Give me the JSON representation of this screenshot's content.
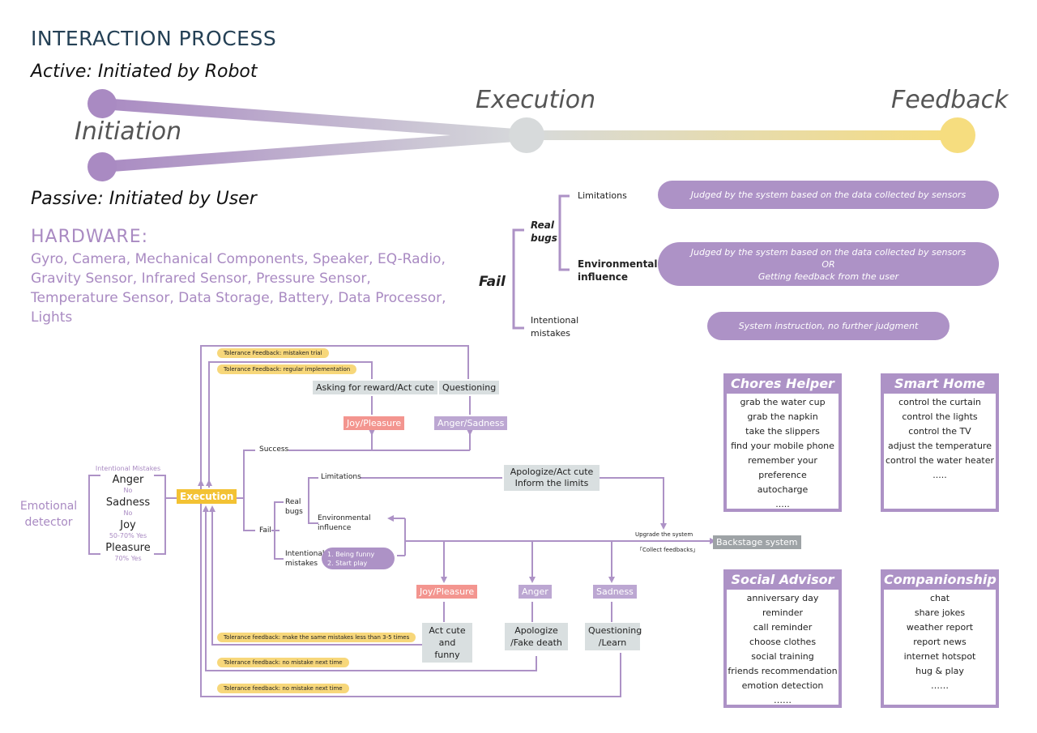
{
  "header": {
    "title": "INTERACTION PROCESS",
    "active": "Active: Initiated by Robot",
    "passive": "Passive: Initiated by User",
    "initiation": "Initiation",
    "execution": "Execution",
    "feedback": "Feedback"
  },
  "hardware": {
    "title": "HARDWARE:",
    "text": "Gyro, Camera, Mechanical Components, Speaker, EQ-Radio, Gravity Sensor, Infrared Sensor, Pressure Sensor, Temperature Sensor, Data Storage, Battery, Data Processor, Lights"
  },
  "fail_tree": {
    "fail": "Fail",
    "real_bugs": "Real bugs",
    "limitations": "Limitations",
    "environmental": "Environmental influence",
    "intentional": "Intentional mistakes",
    "judge1": "Judged by the system based on the data collected by sensors",
    "judge2a": "Judged by the system based on the data collected by sensors",
    "judge2b": "OR",
    "judge2c": "Getting feedback from the user",
    "judge3": "System instruction, no further judgment"
  },
  "flow": {
    "tol1": "Tolerance Feedback: mistaken trial",
    "tol2": "Tolerance Feedback: regular implementation",
    "ask_reward": "Asking for reward/Act cute",
    "questioning": "Questioning",
    "joy_pleasure": "Joy/Pleasure",
    "anger_sadness": "Anger/Sadness",
    "success": "Success",
    "fail": "Fail",
    "limitations": "Limitations",
    "real_bugs": "Real bugs",
    "environmental": "Environmental influence",
    "intentional": "Intentional mistakes",
    "funny1": "1.  Being funny",
    "funny2": "2.  Start play",
    "apologize1": "Apologize/Act cute",
    "apologize2": "Inform the limits",
    "upgrade": "Upgrade the system",
    "collect": "「Collect feedbacks」",
    "backstage": "Backstage system",
    "execution": "Execution",
    "emotional_detector": "Emotional detector",
    "intentional_mistakes_lbl": "Intentional Mistakes",
    "anger": "Anger",
    "anger_sub": "No",
    "sadness": "Sadness",
    "sadness_sub": "No",
    "joy": "Joy",
    "joy_sub": "50-70% Yes",
    "pleasure": "Pleasure",
    "pleasure_sub": "70% Yes",
    "joy_pleasure2": "Joy/Pleasure",
    "anger2": "Anger",
    "sadness2": "Sadness",
    "act_cute": "Act cute and funny",
    "apologize_fake": "Apologize /Fake death",
    "questioning_learn": "Questioning /Learn",
    "tol3": "Tolerance feedback: make the same mistakes less than 3-5 times",
    "tol4": "Tolerance feedback: no mistake next time",
    "tol5": "Tolerance feedback: no mistake next time"
  },
  "cards": [
    {
      "title": "Chores Helper",
      "items": [
        "grab the water cup",
        "grab the napkin",
        "take the slippers",
        "find your mobile phone",
        "remember your preference",
        "autocharge",
        "....."
      ]
    },
    {
      "title": "Smart Home",
      "items": [
        "control the curtain",
        "control the lights",
        "control the TV",
        "adjust the temperature",
        "control the water heater",
        "....."
      ]
    },
    {
      "title": "Social Advisor",
      "items": [
        "anniversary day reminder",
        "call reminder",
        "choose clothes",
        "social training",
        "friends recommendation",
        "emotion detection",
        "……"
      ]
    },
    {
      "title": "Companionship",
      "items": [
        "chat",
        "share jokes",
        "weather report",
        "report news",
        "internet hotspot",
        "hug & play",
        "……"
      ]
    }
  ]
}
